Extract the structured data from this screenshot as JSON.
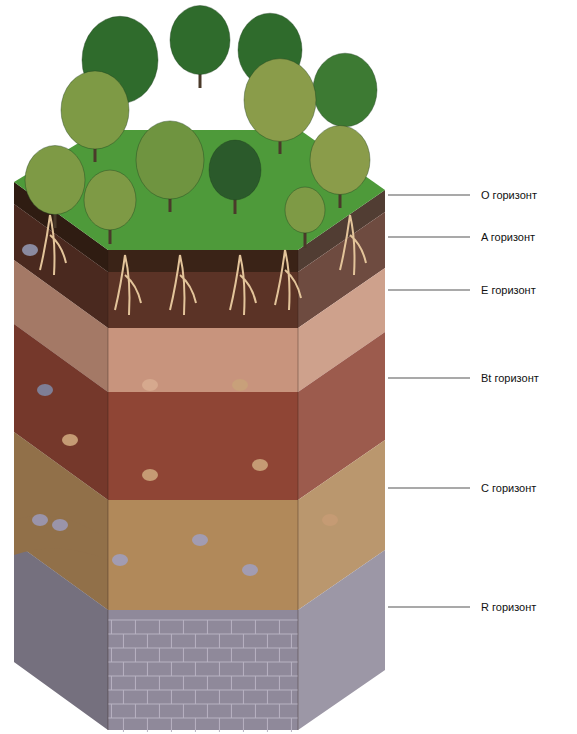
{
  "diagram": {
    "labels": [
      "O горизонт",
      "A горизонт",
      "E горизонт",
      "Bt горизонт",
      "C горизонт",
      "R горизонт"
    ]
  }
}
